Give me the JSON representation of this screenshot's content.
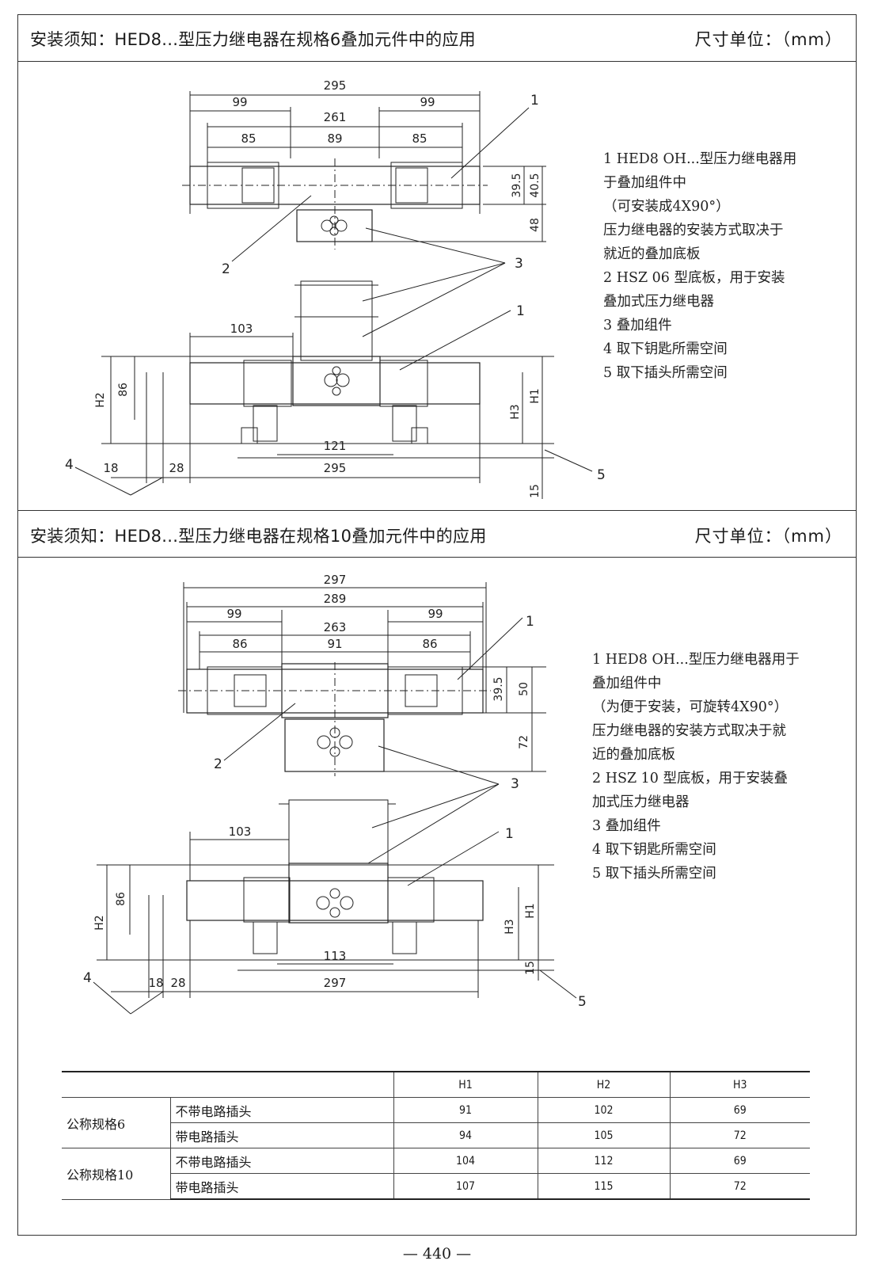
{
  "sections": [
    {
      "title": "安装须知：HED8...型压力继电器在规格6叠加元件中的应用",
      "unit": "尺寸单位：（mm）",
      "dims": {
        "d295": "295",
        "d99a": "99",
        "d261": "261",
        "d99b": "99",
        "d85a": "85",
        "d89": "89",
        "d85b": "85",
        "d39_5": "39.5",
        "d40_5": "40.5",
        "d48": "48",
        "d103": "103",
        "d86": "86",
        "d121": "121",
        "d295b": "295",
        "d18": "18",
        "d28": "28",
        "d15": "15",
        "H1": "H1",
        "H2": "H2",
        "H3": "H3"
      },
      "callouts": [
        "1",
        "2",
        "3",
        "1",
        "4",
        "5"
      ],
      "notes": [
        "1 HED8 OH...型压力继电器用",
        "于叠加组件中",
        "（可安装成4X90°）",
        "压力继电器的安装方式取决于",
        "就近的叠加底板",
        "2 HSZ 06 型底板，用于安装",
        "叠加式压力继电器",
        "3 叠加组件",
        "4 取下钥匙所需空间",
        "5 取下插头所需空间"
      ]
    },
    {
      "title": "安装须知：HED8...型压力继电器在规格10叠加元件中的应用",
      "unit": "尺寸单位：（mm）",
      "dims": {
        "d297": "297",
        "d289": "289",
        "d99a": "99",
        "d263": "263",
        "d99b": "99",
        "d86a": "86",
        "d91": "91",
        "d86b": "86",
        "d39_5": "39.5",
        "d50": "50",
        "d72": "72",
        "d103": "103",
        "d86": "86",
        "d113": "113",
        "d297b": "297",
        "d18": "18",
        "d28": "28",
        "d15": "15",
        "H1": "H1",
        "H2": "H2",
        "H3": "H3"
      },
      "callouts": [
        "1",
        "2",
        "3",
        "1",
        "4",
        "5"
      ],
      "notes": [
        "1 HED8 OH...型压力继电器用于",
        "叠加组件中",
        "（为便于安装，可旋转4X90°）",
        "压力继电器的安装方式取决于就",
        "近的叠加底板",
        "2 HSZ 10 型底板，用于安装叠",
        "加式压力继电器",
        "3 叠加组件",
        "4 取下钥匙所需空间",
        "5 取下插头所需空间"
      ]
    }
  ],
  "table": {
    "headers": [
      "",
      "",
      "H1",
      "H2",
      "H3"
    ],
    "groups": [
      {
        "name": "公称规格6",
        "rows": [
          {
            "label": "不带电路插头",
            "H1": "91",
            "H2": "102",
            "H3": "69"
          },
          {
            "label": "带电路插头",
            "H1": "94",
            "H2": "105",
            "H3": "72"
          }
        ]
      },
      {
        "name": "公称规格10",
        "rows": [
          {
            "label": "不带电路插头",
            "H1": "104",
            "H2": "112",
            "H3": "69"
          },
          {
            "label": "带电路插头",
            "H1": "107",
            "H2": "115",
            "H3": "72"
          }
        ]
      }
    ]
  },
  "page_number": "— 440 —"
}
